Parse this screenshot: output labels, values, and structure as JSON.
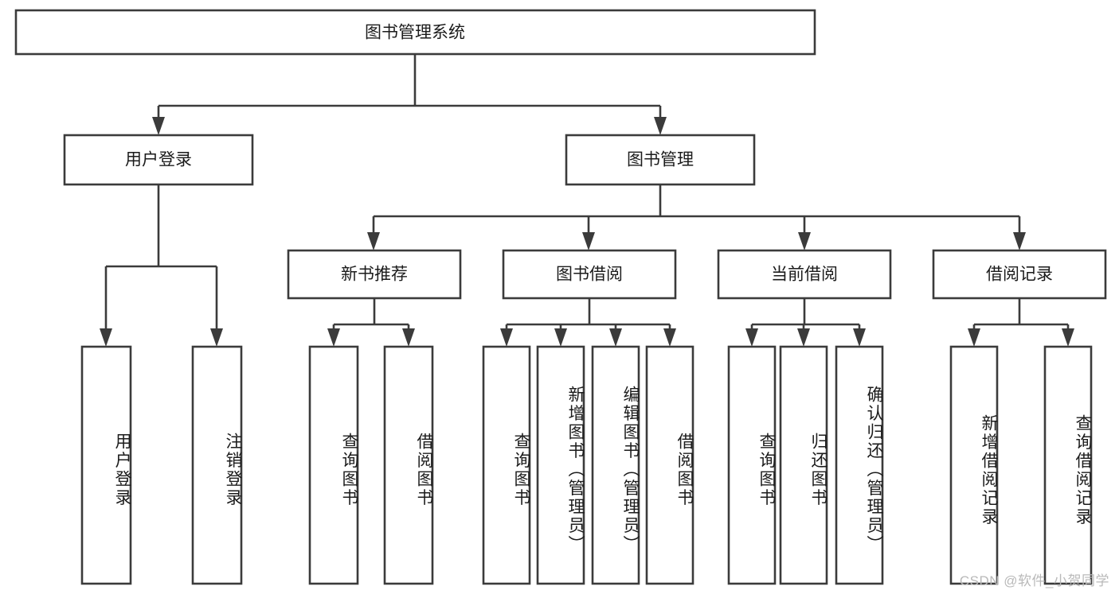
{
  "diagram": {
    "title": "图书管理系统",
    "type": "tree-hierarchy",
    "orientation": "top-down",
    "colors": {
      "box_stroke": "#3b3b3b",
      "box_fill": "#ffffff",
      "connector": "#3b3b3b",
      "text": "#1b1b1b",
      "watermark": "#b9b9b9",
      "background": "#ffffff"
    }
  },
  "root": {
    "label": "图书管理系统"
  },
  "level2": [
    {
      "label": "用户登录"
    },
    {
      "label": "图书管理"
    }
  ],
  "level3": [
    {
      "label": "新书推荐"
    },
    {
      "label": "图书借阅"
    },
    {
      "label": "当前借阅"
    },
    {
      "label": "借阅记录"
    }
  ],
  "leaves": {
    "user_login": [
      {
        "label": "用户登录"
      },
      {
        "label": "注销登录"
      }
    ],
    "new_book_recommend": [
      {
        "label": "查询图书"
      },
      {
        "label": "借阅图书"
      }
    ],
    "book_borrow": [
      {
        "label": "查询图书"
      },
      {
        "label": "新增图书（管理员）"
      },
      {
        "label": "编辑图书（管理员）"
      },
      {
        "label": "借阅图书"
      }
    ],
    "current_borrow": [
      {
        "label": "查询图书"
      },
      {
        "label": "归还图书"
      },
      {
        "label": "确认归还（管理员）"
      }
    ],
    "borrow_record": [
      {
        "label": "新增借阅记录"
      },
      {
        "label": "查询借阅记录"
      }
    ]
  },
  "watermark": {
    "text": "CSDN @软件_小贺同学"
  }
}
